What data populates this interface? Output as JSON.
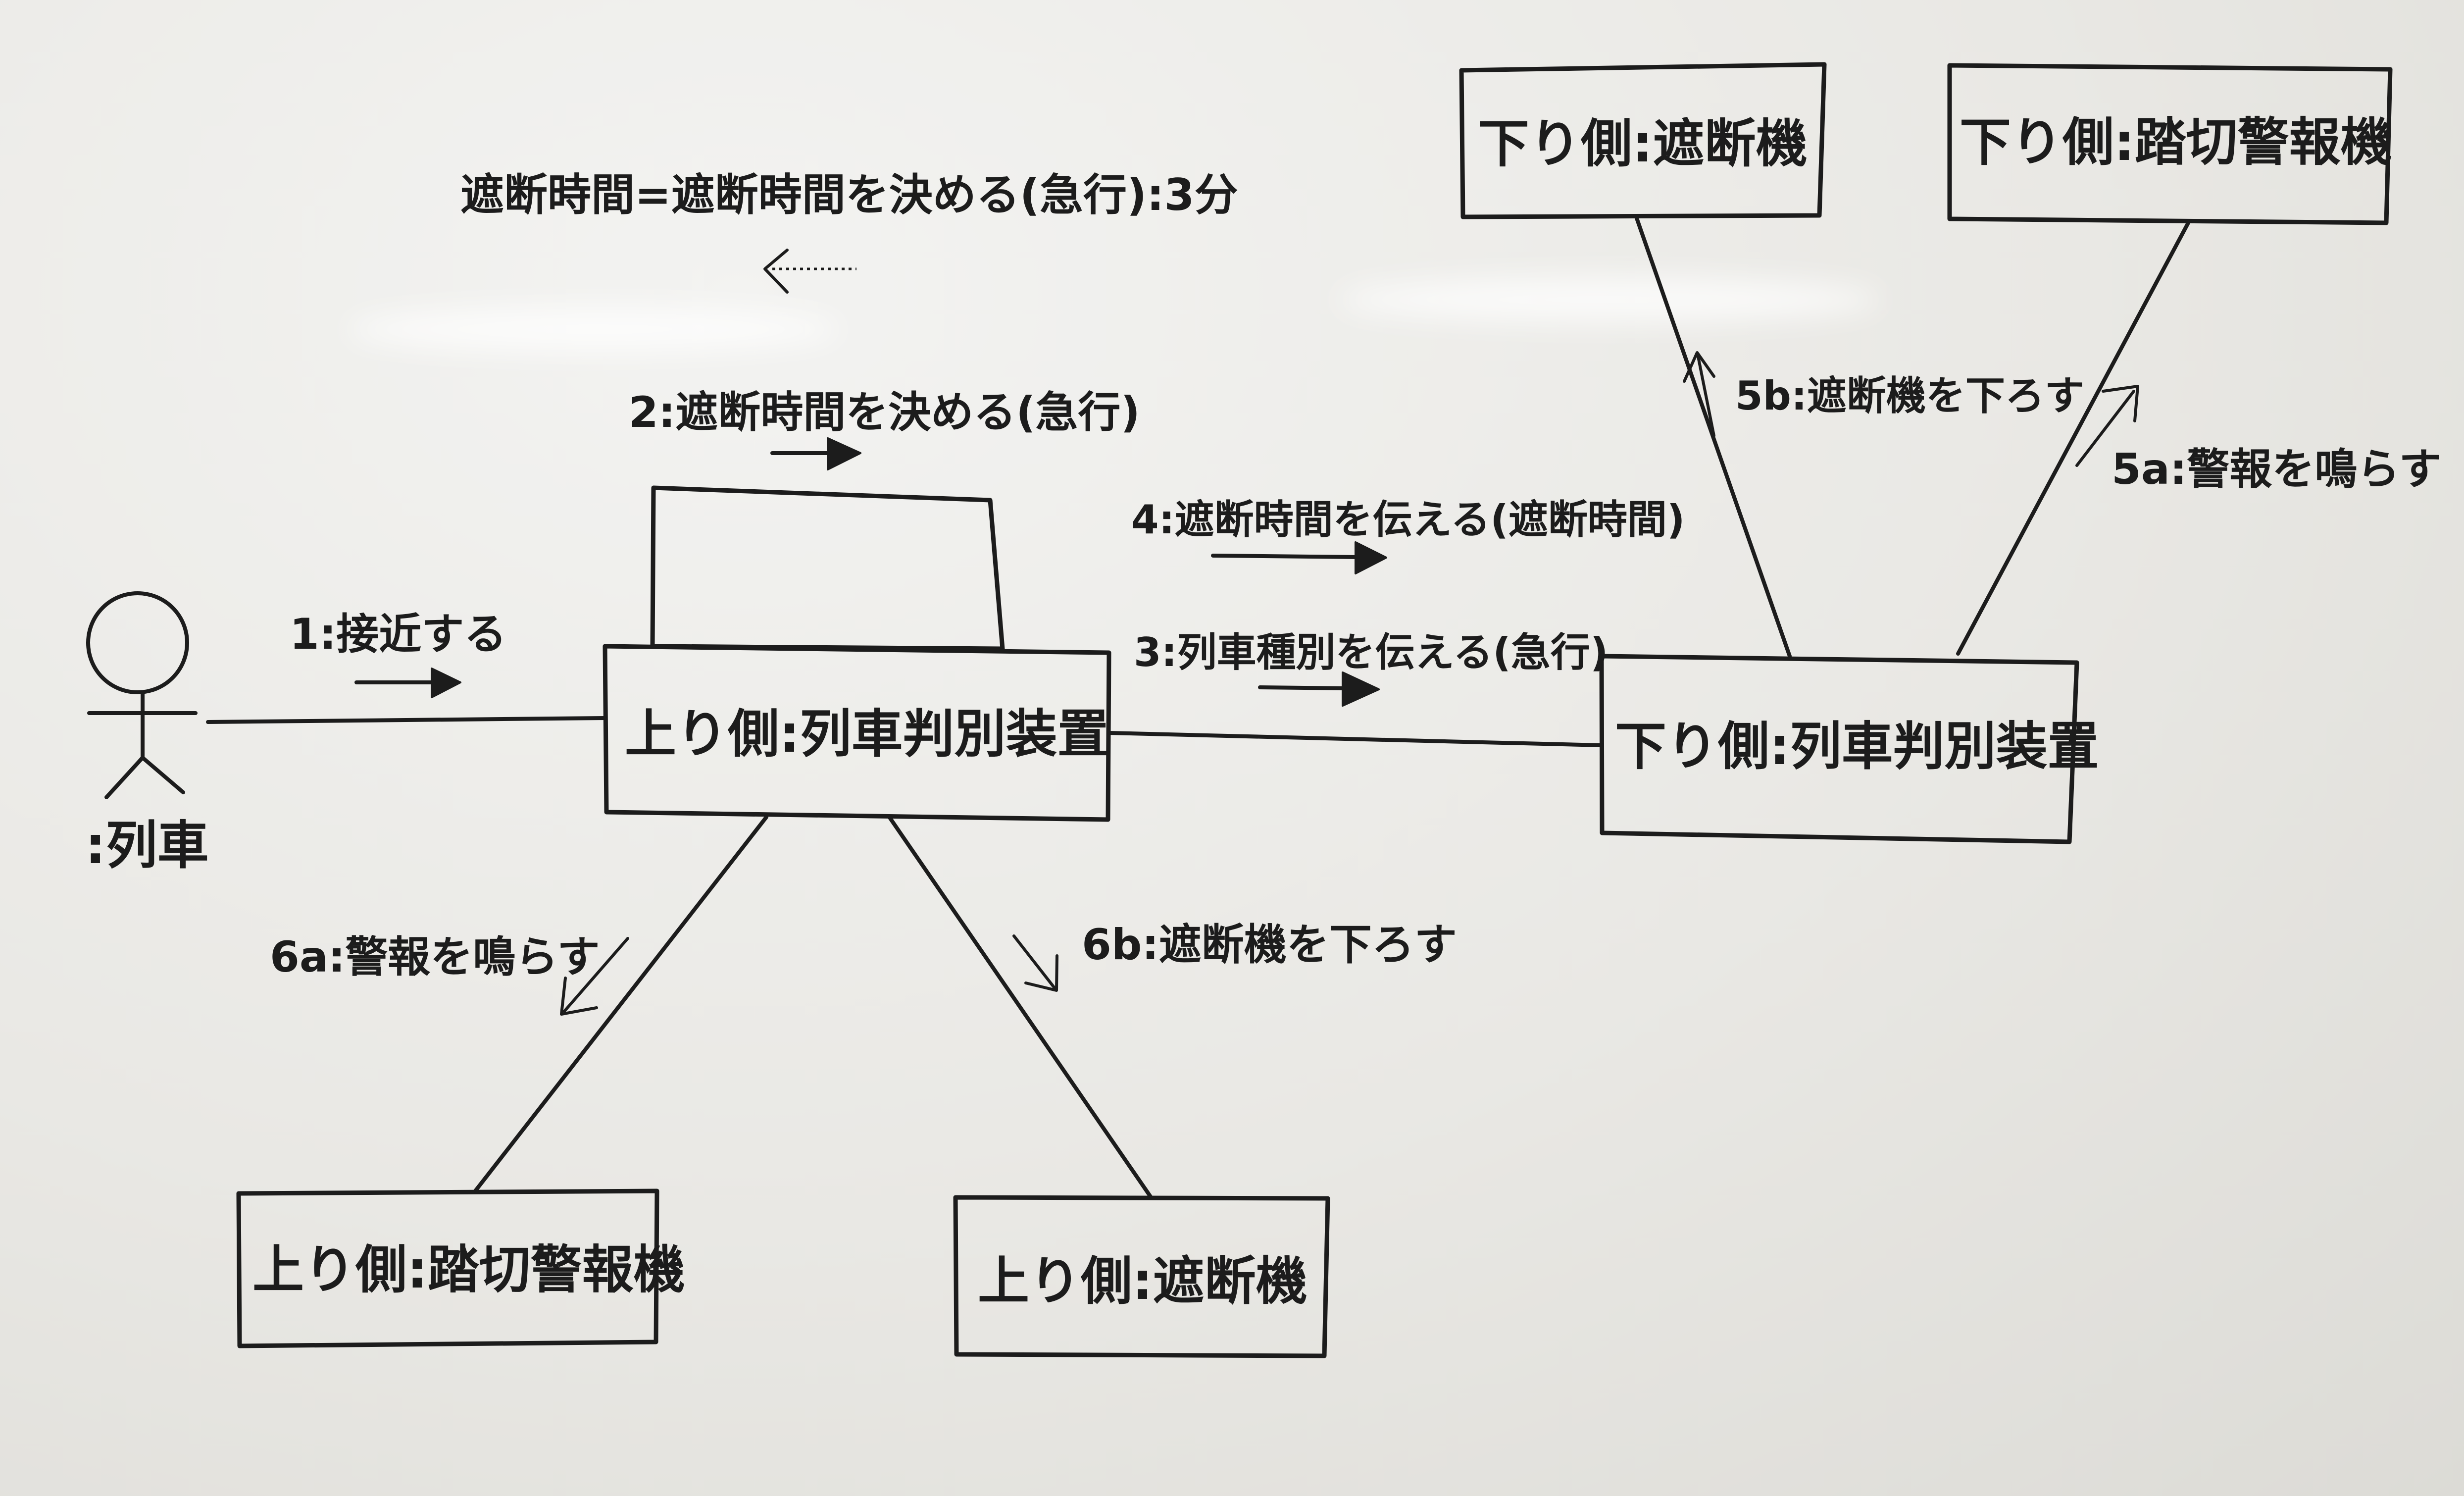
{
  "actor": {
    "name": ":列車"
  },
  "objects": {
    "up_detector": "上り側:列車判別装置",
    "down_detector": "下り側:列車判別装置",
    "down_gate": "下り側:遮断機",
    "down_alarm": "下り側:踏切警報機",
    "up_alarm": "上り側:踏切警報機",
    "up_gate": "上り側:遮断機"
  },
  "messages": {
    "m1": "1:接近する",
    "m2": "2:遮断時間を決める(急行)",
    "m2_return": "遮断時間=遮断時間を決める(急行):3分",
    "m3": "3:列車種別を伝える(急行)",
    "m4": "4:遮断時間を伝える(遮断時間)",
    "m5a": "5a:警報を鳴らす",
    "m5b": "5b:遮断機を下ろす",
    "m6a": "6a:警報を鳴らす",
    "m6b": "6b:遮断機を下ろす"
  }
}
